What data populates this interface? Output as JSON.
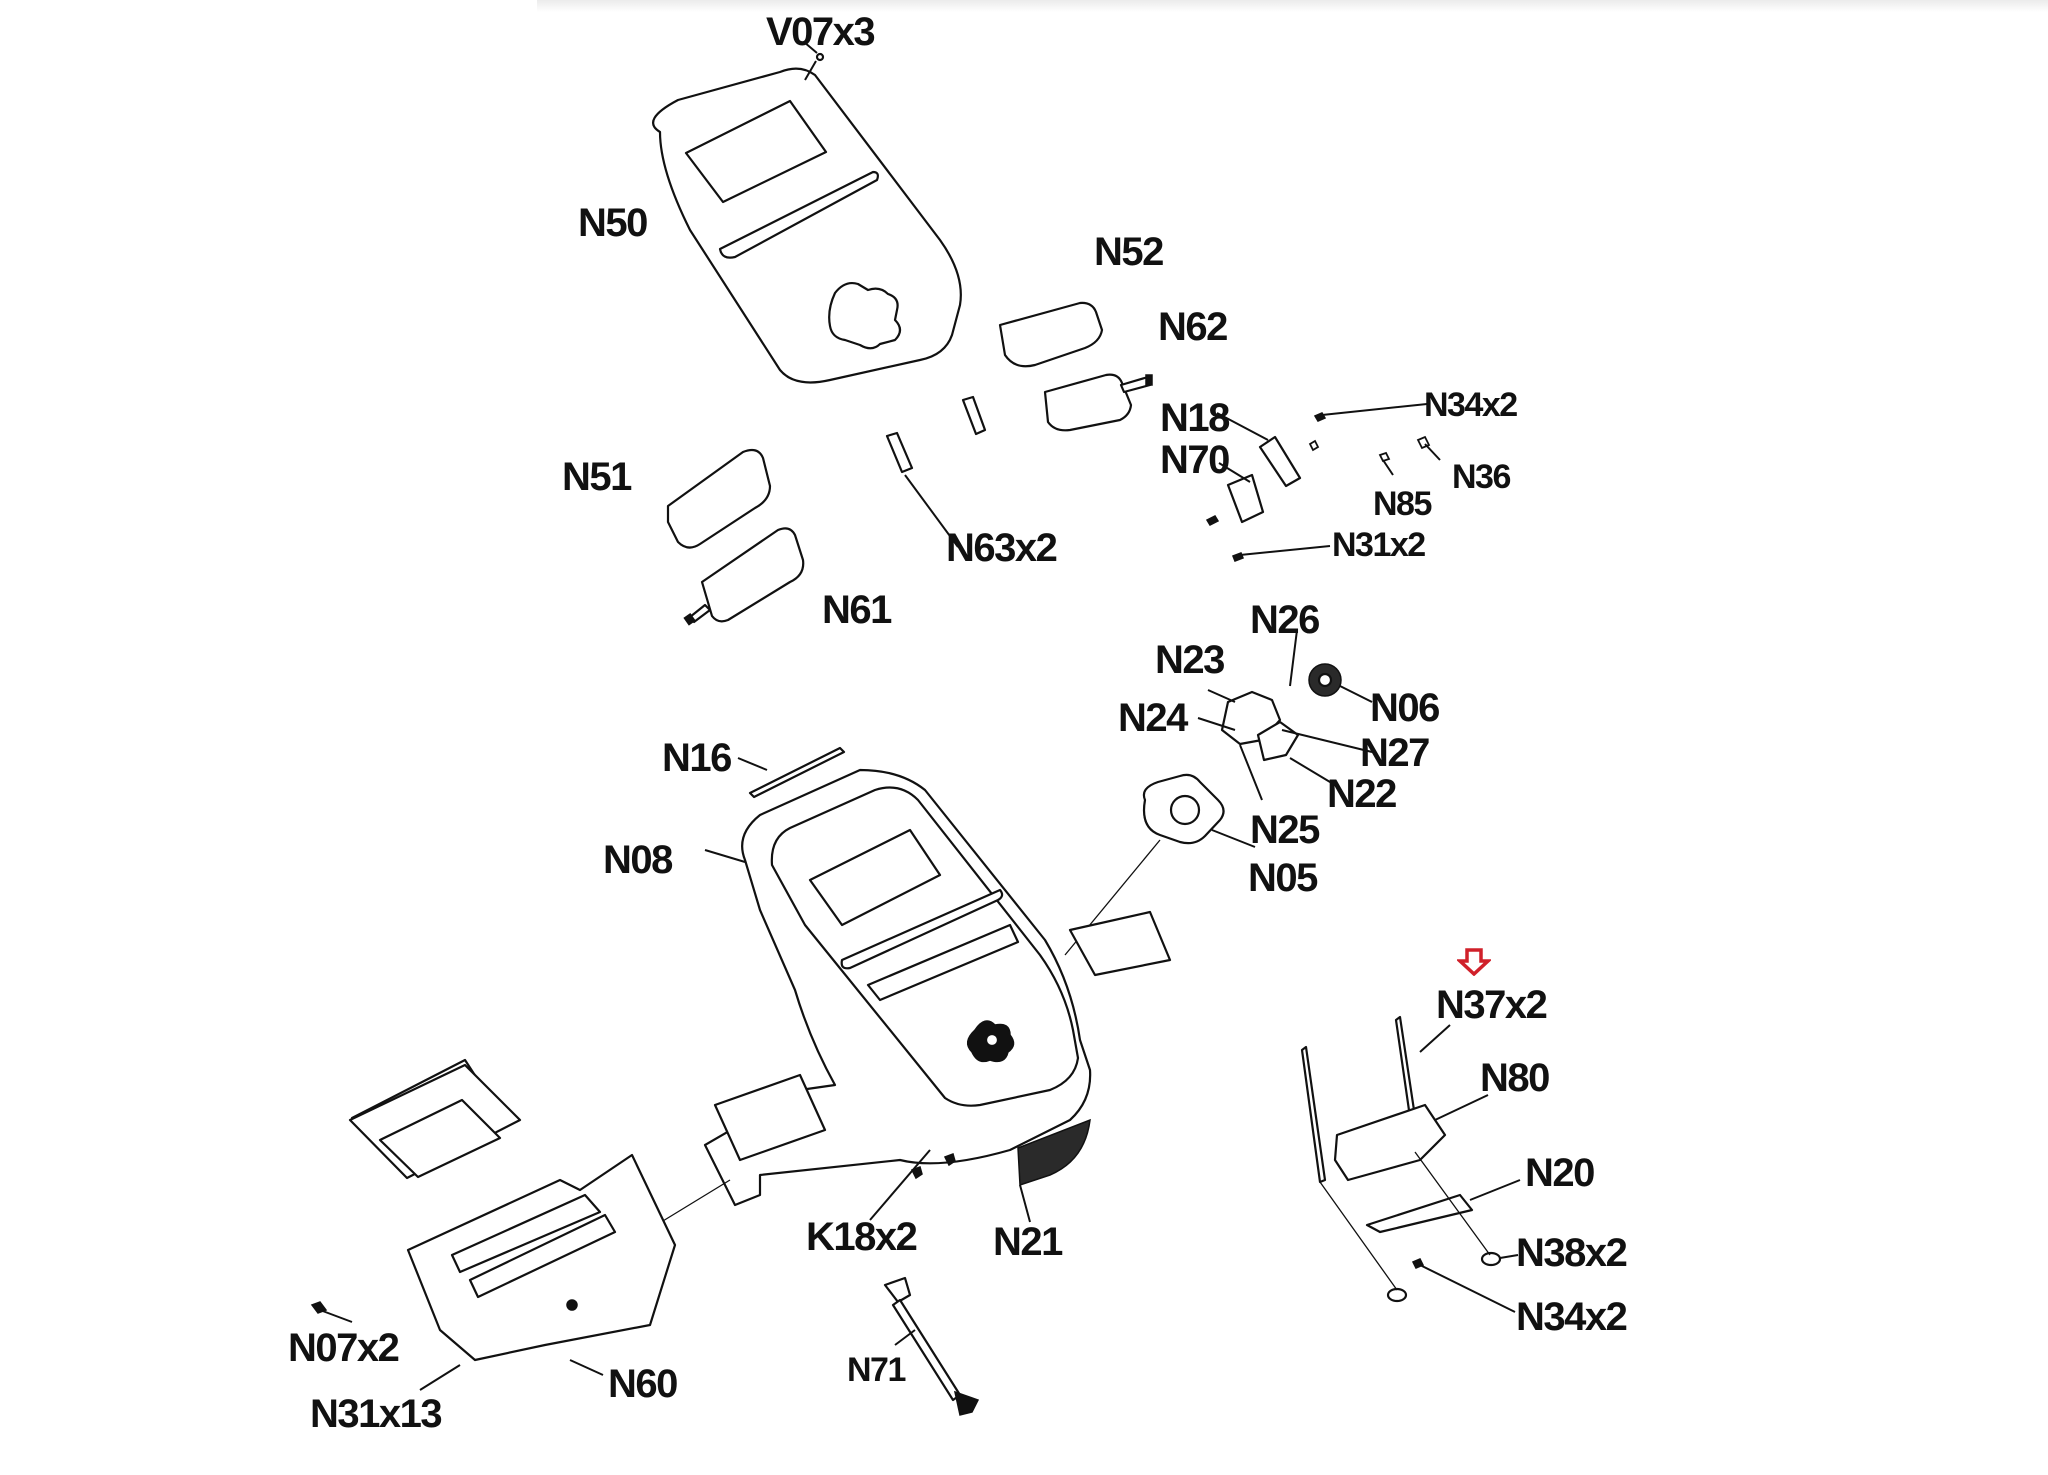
{
  "diagram": {
    "type": "exploded-parts-diagram",
    "subject": "fitness console assembly",
    "highlight_color": "#d0202a",
    "highlighted_part": "N37x2",
    "labels": [
      {
        "id": "V07x3",
        "text": "V07x3"
      },
      {
        "id": "N50",
        "text": "N50"
      },
      {
        "id": "N52",
        "text": "N52"
      },
      {
        "id": "N62",
        "text": "N62"
      },
      {
        "id": "N18",
        "text": "N18"
      },
      {
        "id": "N34x2-top",
        "text": "N34x2"
      },
      {
        "id": "N70",
        "text": "N70"
      },
      {
        "id": "N36",
        "text": "N36"
      },
      {
        "id": "N85",
        "text": "N85"
      },
      {
        "id": "N51",
        "text": "N51"
      },
      {
        "id": "N63x2",
        "text": "N63x2"
      },
      {
        "id": "N31x2",
        "text": "N31x2"
      },
      {
        "id": "N61",
        "text": "N61"
      },
      {
        "id": "N26",
        "text": "N26"
      },
      {
        "id": "N23",
        "text": "N23"
      },
      {
        "id": "N06",
        "text": "N06"
      },
      {
        "id": "N24",
        "text": "N24"
      },
      {
        "id": "N27",
        "text": "N27"
      },
      {
        "id": "N16",
        "text": "N16"
      },
      {
        "id": "N22",
        "text": "N22"
      },
      {
        "id": "N25",
        "text": "N25"
      },
      {
        "id": "N08",
        "text": "N08"
      },
      {
        "id": "N05",
        "text": "N05"
      },
      {
        "id": "N37x2",
        "text": "N37x2"
      },
      {
        "id": "N80",
        "text": "N80"
      },
      {
        "id": "N20",
        "text": "N20"
      },
      {
        "id": "K18x2",
        "text": "K18x2"
      },
      {
        "id": "N21",
        "text": "N21"
      },
      {
        "id": "N38x2",
        "text": "N38x2"
      },
      {
        "id": "N34x2-bottom",
        "text": "N34x2"
      },
      {
        "id": "N07x2",
        "text": "N07x2"
      },
      {
        "id": "N60",
        "text": "N60"
      },
      {
        "id": "N71",
        "text": "N71"
      },
      {
        "id": "N31x13",
        "text": "N31x13"
      }
    ]
  }
}
